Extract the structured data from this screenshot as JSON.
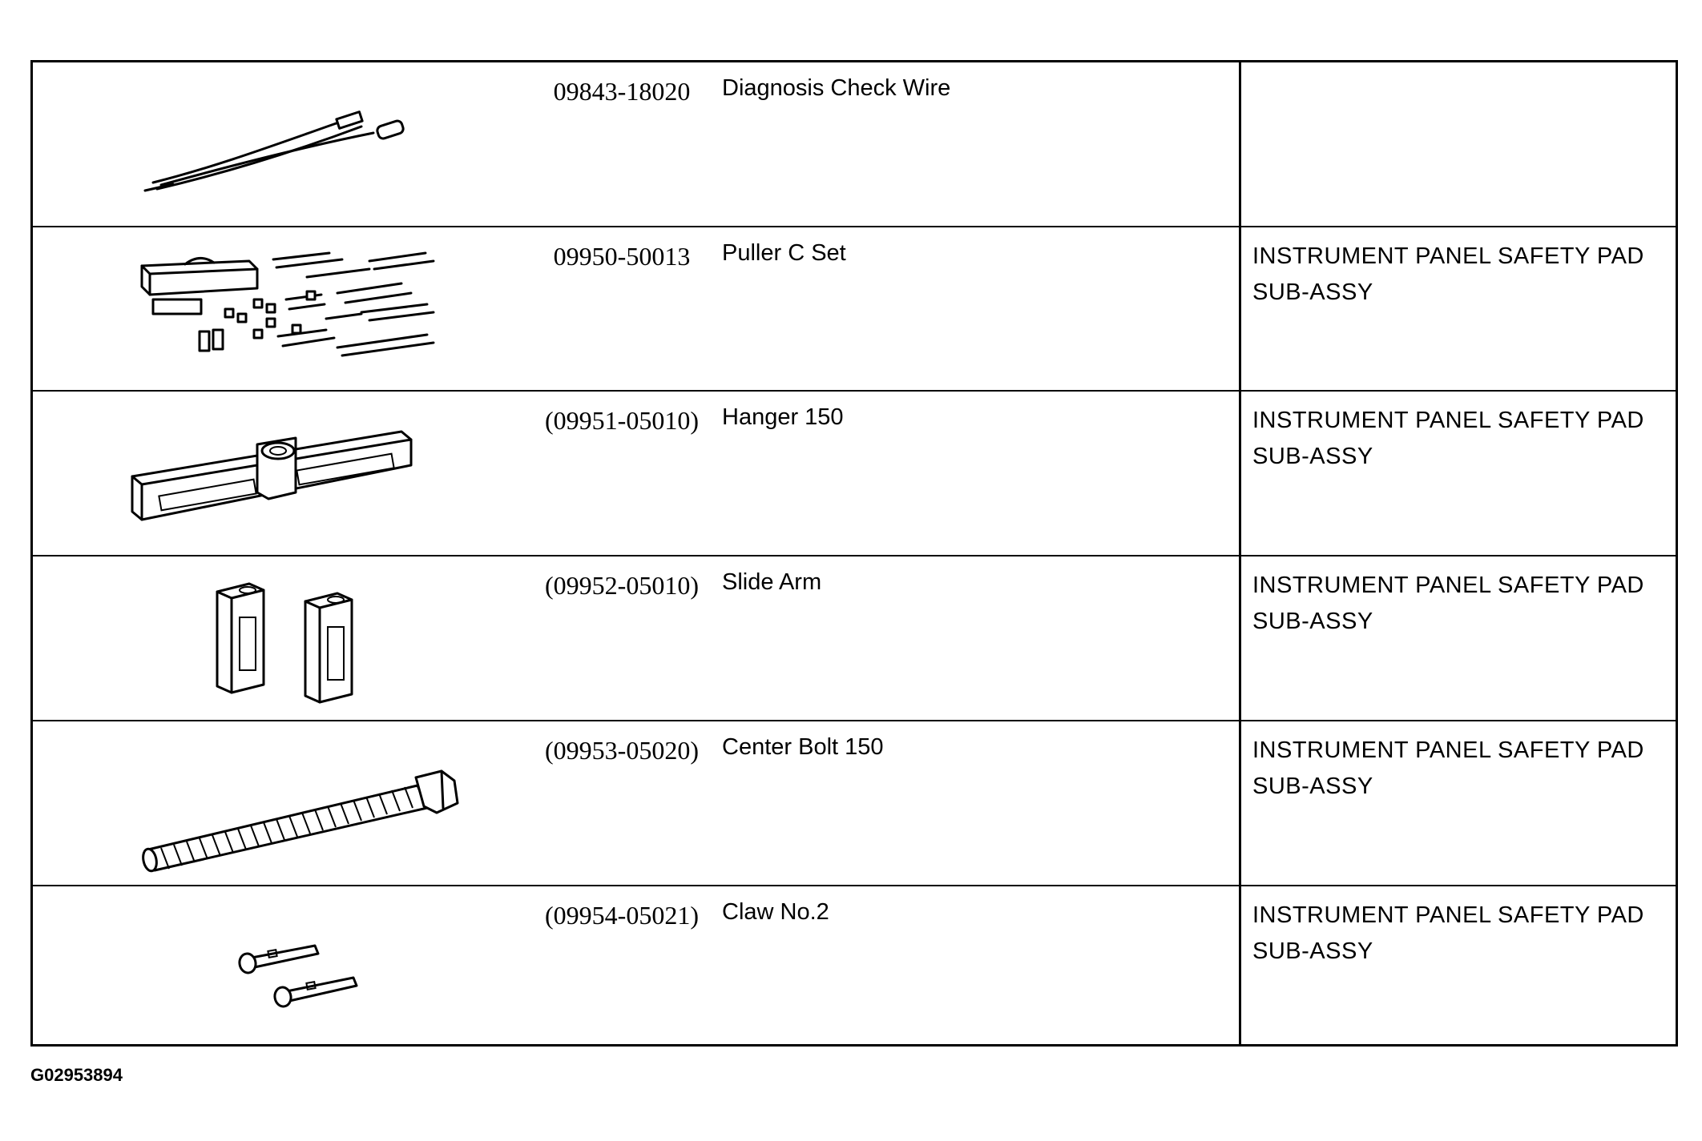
{
  "table": {
    "rows": [
      {
        "part_no": "09843-18020",
        "part_name": "Diagnosis Check Wire",
        "usage": "",
        "illustration": "diagnosis-check-wire-illustration"
      },
      {
        "part_no": "09950-50013",
        "part_name": "Puller C Set",
        "usage": "INSTRUMENT PANEL SAFETY PAD\nSUB-ASSY",
        "illustration": "puller-c-set-illustration"
      },
      {
        "part_no": "(09951-05010)",
        "part_name": "Hanger 150",
        "usage": "INSTRUMENT PANEL SAFETY PAD\nSUB-ASSY",
        "illustration": "hanger-illustration"
      },
      {
        "part_no": "(09952-05010)",
        "part_name": "Slide Arm",
        "usage": "INSTRUMENT PANEL SAFETY PAD\nSUB-ASSY",
        "illustration": "slide-arm-illustration"
      },
      {
        "part_no": "(09953-05020)",
        "part_name": "Center Bolt 150",
        "usage": "INSTRUMENT PANEL SAFETY PAD\nSUB-ASSY",
        "illustration": "center-bolt-illustration"
      },
      {
        "part_no": "(09954-05021)",
        "part_name": "Claw No.2",
        "usage": "INSTRUMENT PANEL SAFETY PAD\nSUB-ASSY",
        "illustration": "claw-illustration"
      }
    ]
  },
  "figure_code": "G02953894"
}
